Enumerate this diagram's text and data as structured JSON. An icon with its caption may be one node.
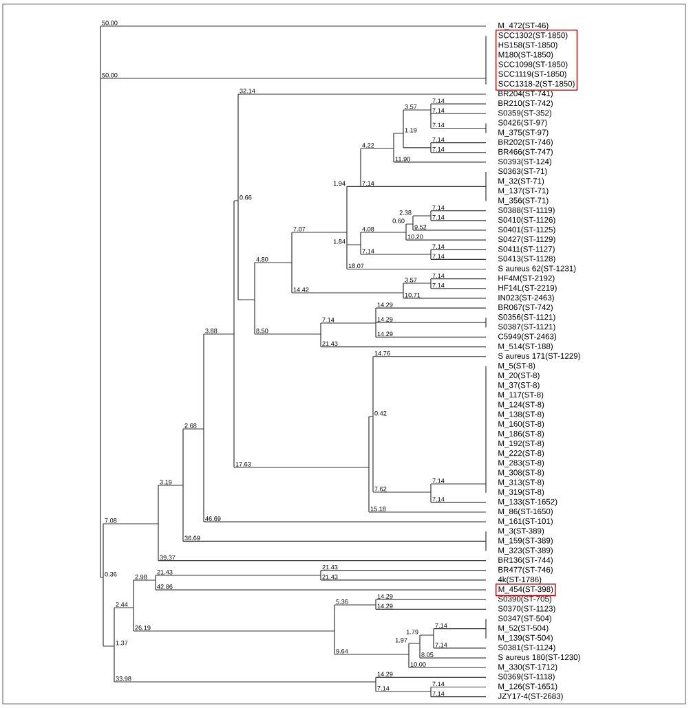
{
  "diagram": {
    "nodes": [
      {
        "text": [
          "SCC1302(ST-1850)",
          "HS158(ST-1850)",
          "M180(ST-1850)",
          "SCC1098(ST-1850)",
          "SCC1119(ST-1850)",
          "SCC1318-2(ST-1850)"
        ]
      },
      {
        "text": [
          "M_454(ST-398)"
        ]
      }
    ],
    "labels": [
      "50.00",
      "50.00",
      "32.14",
      "7.14",
      "3.57",
      "7.14",
      "7.14",
      "1.19",
      "7.14",
      "4.22",
      "7.14",
      "11.90",
      "1.94",
      "7.14",
      "0.66",
      "2.38",
      "7.14",
      "7.14",
      "0.60",
      "9.52",
      "4.08",
      "7.07",
      "10.20",
      "1.84",
      "7.14",
      "7.14",
      "7.14",
      "4.80",
      "18.07",
      "3.57",
      "7.14",
      "7.14",
      "14.42",
      "10.71",
      "14.29",
      "7.14",
      "14.29",
      "8.50",
      "14.29",
      "3.88",
      "21.43",
      "14.76",
      "0.42",
      "2.68",
      "17.63",
      "7.14",
      "3.19",
      "7.62",
      "7.14",
      "15.18",
      "7.08",
      "46.69",
      "36.69",
      "39.37",
      "21.43",
      "21.43",
      "0.36",
      "2.98",
      "21.43",
      "42.86",
      "14.29",
      "5.36",
      "2.44",
      "14.29",
      "7.14",
      "26.19",
      "1.79",
      "1.97",
      "7.14",
      "1.37",
      "9.64",
      "8.05",
      "10.00",
      "14.29",
      "33.98",
      "7.14",
      "7.14",
      "7.14",
      "M_472(ST-46)",
      "BR204(ST-741)",
      "BR210(ST-742)",
      "S0359(ST-352)",
      "S0426(ST-97)",
      "M_375(ST-97)",
      "BR202(ST-746)",
      "BR466(ST-747)",
      "S0393(ST-124)",
      "S0363(ST-71)",
      "M_32(ST-71)",
      "M_137(ST-71)",
      "M_356(ST-71)",
      "S0388(ST-1119)",
      "S0410(ST-1126)",
      "S0401(ST-1125)",
      "S0427(ST-1129)",
      "S0411(ST-1127)",
      "S0413(ST-1128)",
      "S aureus 62(ST-1231)",
      "HF4M(ST-2192)",
      "HF14L(ST-2219)",
      "IN023(ST-2463)",
      "BR067(ST-742)",
      "S0356(ST-1121)",
      "S0387(ST-1121)",
      "C5949(ST-2463)",
      "M_514(ST-188)",
      "S aureus 171(ST-1229)",
      "M_5(ST-8)",
      "M_20(ST-8)",
      "M_37(ST-8)",
      "M_117(ST-8)",
      "M_124(ST-8)",
      "M_138(ST-8)",
      "M_160(ST-8)",
      "M_186(ST-8)",
      "M_192(ST-8)",
      "M_222(ST-8)",
      "M_283(ST-8)",
      "M_308(ST-8)",
      "M_313(ST-8)",
      "M_319(ST-8)",
      "M_133(ST-1652)",
      "M_86(ST-1650)",
      "M_161(ST-101)",
      "M_3(ST-389)",
      "M_159(ST-389)",
      "M_323(ST-389)",
      "BR136(ST-744)",
      "BR477(ST-746)",
      "4k(ST-1786)",
      "S0390(ST-705)",
      "S0370(ST-1123)",
      "S0347(ST-504)",
      "M_52(ST-504)",
      "M_139(ST-504)",
      "S0381(ST-1124)",
      "S aureus 180(ST-1230)",
      "M_330(ST-1712)",
      "S0369(ST-1118)",
      "M_126(ST-1651)",
      "JZY17-4(ST-2683)"
    ]
  }
}
